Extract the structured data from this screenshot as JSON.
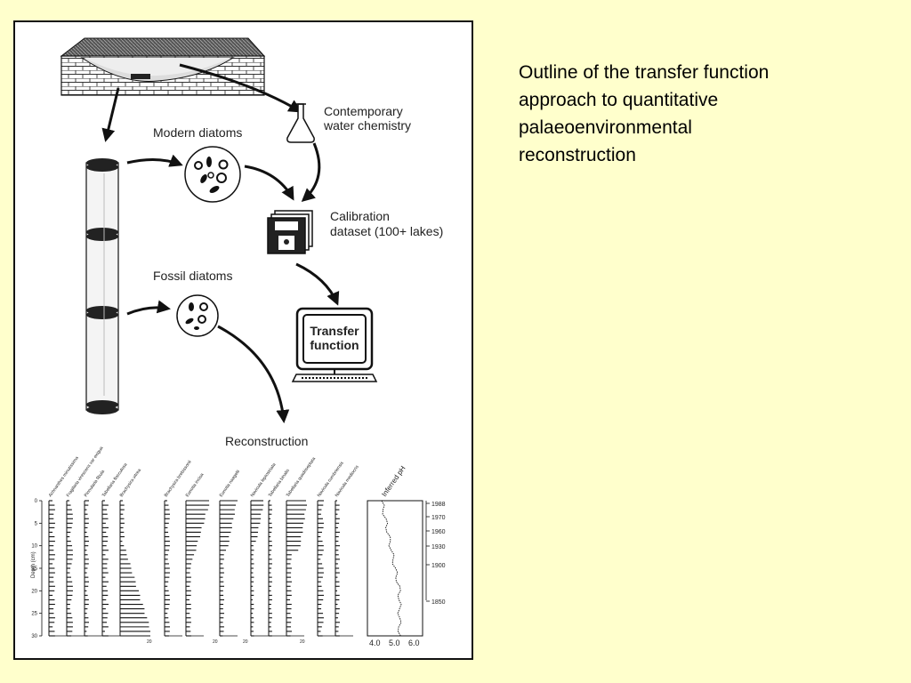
{
  "caption": {
    "lines": [
      "Outline of the transfer function",
      "approach to quantitative",
      "palaeoenvironmental",
      "reconstruction"
    ]
  },
  "diagram": {
    "labels": {
      "contemporary_line1": "Contemporary",
      "contemporary_line2": "water chemistry",
      "modern_diatoms": "Modern diatoms",
      "calibration_line1": "Calibration",
      "calibration_line2": "dataset (100+ lakes)",
      "fossil_diatoms": "Fossil diatoms",
      "transfer_line1": "Transfer",
      "transfer_line2": "function",
      "reconstruction": "Reconstruction"
    }
  },
  "stratigraphy": {
    "taxa": [
      "Achnanthes minutissima",
      "Fragilaria virescens var exigua",
      "Pinnularia fibula",
      "Tabellaria flocculosa",
      "Brachysira vitrea",
      "Brachysira brebissonii",
      "Eunotia incisa",
      "Eunotia naegelii",
      "Navicula leptostriata",
      "Tabellaria binalis",
      "Tabellaria quadriseptata",
      "Navicula cumbriensis",
      "Navicula mediocris",
      "Inferred pH"
    ],
    "depth_axis_label": "Depth (cm)",
    "depth_ticks": [
      "0",
      "5",
      "10",
      "15",
      "20",
      "25",
      "30"
    ],
    "date_ticks": [
      "1988",
      "1970",
      "1960",
      "1930",
      "1900",
      "1850"
    ],
    "ph_ticks": [
      "4.0",
      "5.0",
      "6.0"
    ],
    "percent_tick": "20"
  }
}
